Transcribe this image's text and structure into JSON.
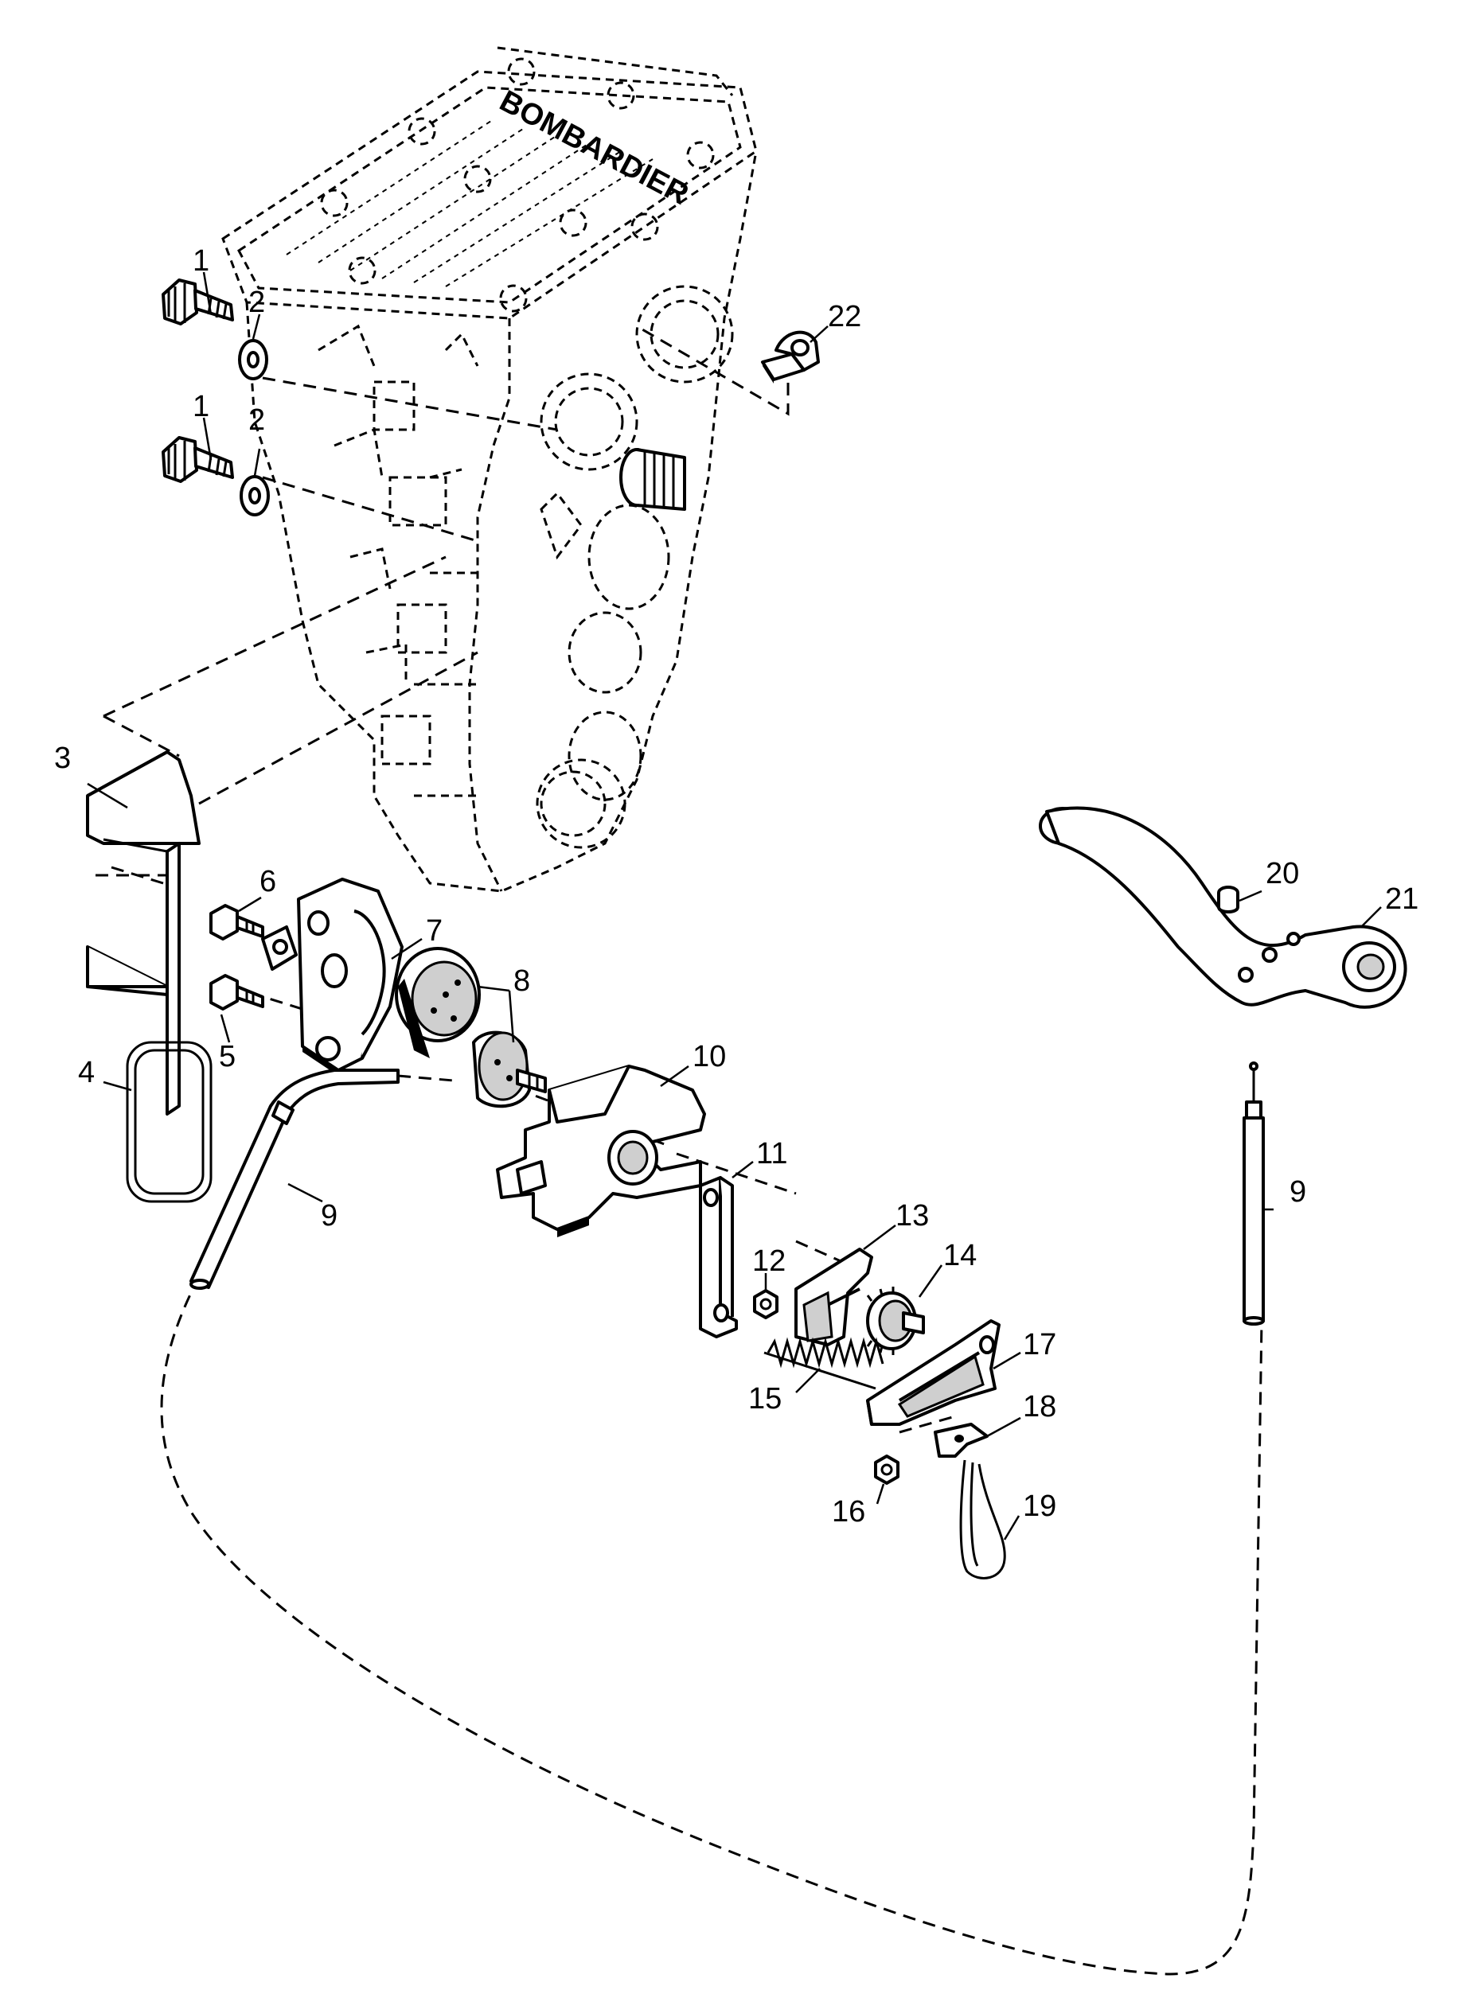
{
  "engine": {
    "brand_text": "BOMBARDIER"
  },
  "callouts": [
    {
      "id": "c1a",
      "label": "1"
    },
    {
      "id": "c2a",
      "label": "2"
    },
    {
      "id": "c1b",
      "label": "1"
    },
    {
      "id": "c2b",
      "label": "2"
    },
    {
      "id": "c22",
      "label": "22"
    },
    {
      "id": "c3",
      "label": "3"
    },
    {
      "id": "c4",
      "label": "4"
    },
    {
      "id": "c5",
      "label": "5"
    },
    {
      "id": "c6",
      "label": "6"
    },
    {
      "id": "c7",
      "label": "7"
    },
    {
      "id": "c8",
      "label": "8"
    },
    {
      "id": "c9a",
      "label": "9"
    },
    {
      "id": "c10",
      "label": "10"
    },
    {
      "id": "c11",
      "label": "11"
    },
    {
      "id": "c12",
      "label": "12"
    },
    {
      "id": "c13",
      "label": "13"
    },
    {
      "id": "c14",
      "label": "14"
    },
    {
      "id": "c15",
      "label": "15"
    },
    {
      "id": "c16",
      "label": "16"
    },
    {
      "id": "c17",
      "label": "17"
    },
    {
      "id": "c18",
      "label": "18"
    },
    {
      "id": "c19",
      "label": "19"
    },
    {
      "id": "c20",
      "label": "20"
    },
    {
      "id": "c21",
      "label": "21"
    },
    {
      "id": "c9b",
      "label": "9"
    }
  ]
}
